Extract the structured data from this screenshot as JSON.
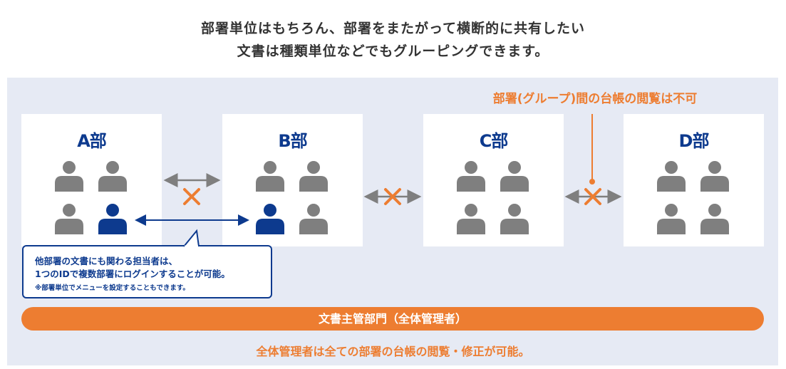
{
  "header": {
    "line1": "部署単位はもちろん、部署をまたがって横断的に共有したい",
    "line2": "文書は種類単位などでもグルーピングできます。"
  },
  "departments": [
    {
      "name": "A部",
      "members": [
        "gray",
        "gray",
        "gray",
        "blue"
      ]
    },
    {
      "name": "B部",
      "members": [
        "gray",
        "gray",
        "blue",
        "gray"
      ]
    },
    {
      "name": "C部",
      "members": [
        "gray",
        "gray",
        "gray",
        "gray"
      ]
    },
    {
      "name": "D部",
      "members": [
        "gray",
        "gray",
        "gray",
        "gray"
      ]
    }
  ],
  "annotations": {
    "no_cross_view": "部署(グループ)間の台帳の閲覧は不可"
  },
  "callout": {
    "line1": "他部署の文書にも関わる担当者は、",
    "line2": "1つのIDで複数部署にログインすることが可能。",
    "footnote": "※部署単位でメニューを設定することもできます。"
  },
  "admin_bar": {
    "label": "文書主管部門（全体管理者）"
  },
  "bottom_note": "全体管理者は全ての部署の台帳の閲覧・修正が可能。",
  "colors": {
    "navy": "#0d3a8e",
    "orange": "#ed7d31",
    "gray_person": "#7f7f7f",
    "panel_bg": "#e6eaf4",
    "arrow_gray": "#7f7f7f"
  }
}
